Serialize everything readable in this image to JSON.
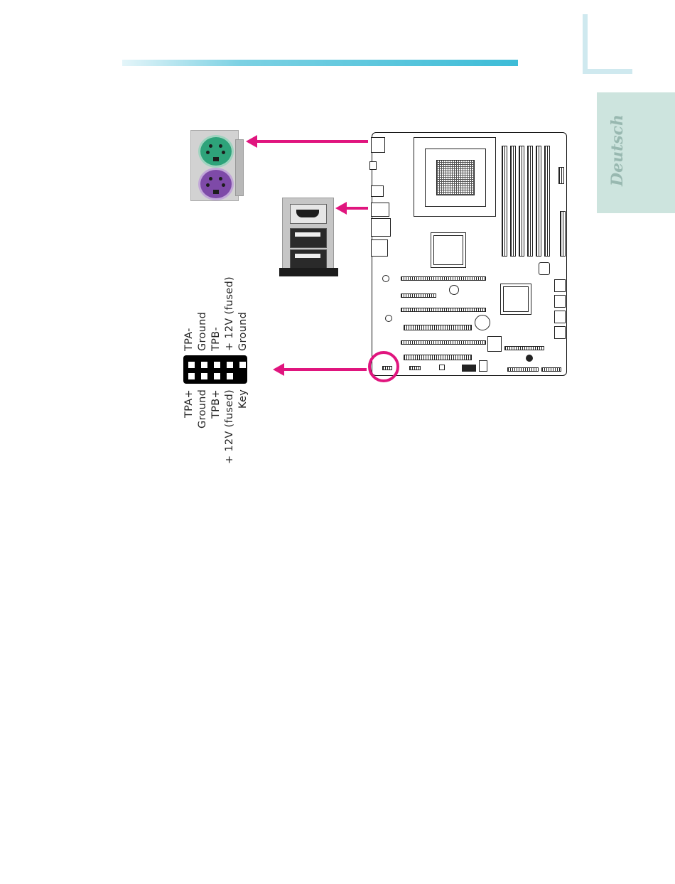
{
  "sidebar": {
    "language_tab": "Deutsch"
  },
  "colors": {
    "accent_rule": "#3dbcd7",
    "arrow": "#e0157e",
    "tab": "#cde4de"
  },
  "connector_header": {
    "top_row_labels": [
      "TPA-",
      "Ground",
      "TPB-",
      "+ 12V  (fused)",
      "Ground"
    ],
    "bottom_row_labels": [
      "TPA+",
      "Ground",
      "TPB+",
      "+ 12V  (fused)",
      "Key"
    ]
  },
  "icons": {
    "ps2": "ps2-ports-photo",
    "ieee_usb": "ieee1394-usb-ports-photo",
    "board": "motherboard-layout-diagram"
  }
}
